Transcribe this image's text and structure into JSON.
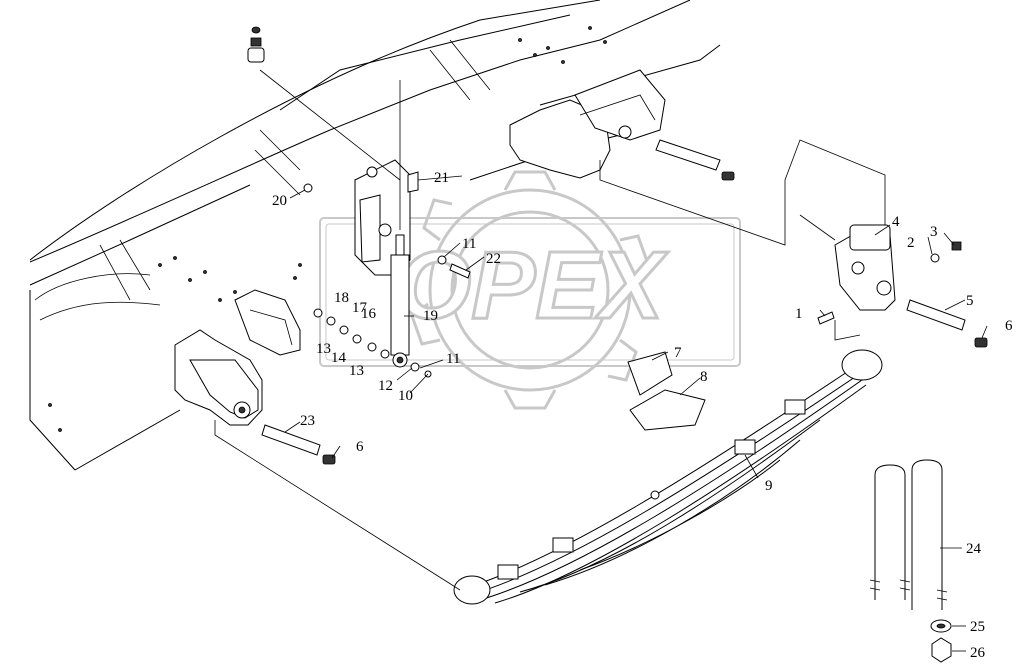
{
  "watermark": {
    "text": "OPEX",
    "color": "#d0d0d0"
  },
  "callouts": [
    {
      "id": "c1",
      "text": "1"
    },
    {
      "id": "c2",
      "text": "2"
    },
    {
      "id": "c3",
      "text": "3"
    },
    {
      "id": "c4",
      "text": "4"
    },
    {
      "id": "c5",
      "text": "5"
    },
    {
      "id": "c6a",
      "text": "6"
    },
    {
      "id": "c6b",
      "text": "6"
    },
    {
      "id": "c7",
      "text": "7"
    },
    {
      "id": "c8",
      "text": "8"
    },
    {
      "id": "c9",
      "text": "9"
    },
    {
      "id": "c10",
      "text": "10"
    },
    {
      "id": "c11a",
      "text": "11"
    },
    {
      "id": "c11b",
      "text": "11"
    },
    {
      "id": "c12",
      "text": "12"
    },
    {
      "id": "c13a",
      "text": "13"
    },
    {
      "id": "c13b",
      "text": "13"
    },
    {
      "id": "c14",
      "text": "14"
    },
    {
      "id": "c16",
      "text": "16"
    },
    {
      "id": "c17",
      "text": "17"
    },
    {
      "id": "c18",
      "text": "18"
    },
    {
      "id": "c19",
      "text": "19"
    },
    {
      "id": "c20",
      "text": "20"
    },
    {
      "id": "c21",
      "text": "21"
    },
    {
      "id": "c22",
      "text": "22"
    },
    {
      "id": "c23",
      "text": "23"
    },
    {
      "id": "c24",
      "text": "24"
    },
    {
      "id": "c25",
      "text": "25"
    },
    {
      "id": "c26",
      "text": "26"
    }
  ]
}
